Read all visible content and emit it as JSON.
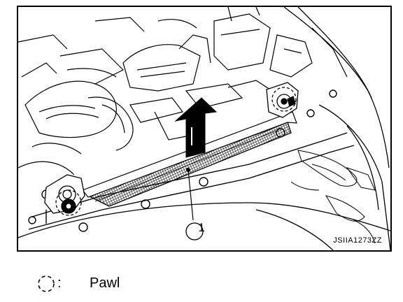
{
  "figure": {
    "code": "JSIIA1273ZZ",
    "callout": "1"
  },
  "legend": {
    "symbol": "pawl-symbol-icon",
    "separator": ":",
    "label": "Pawl"
  }
}
